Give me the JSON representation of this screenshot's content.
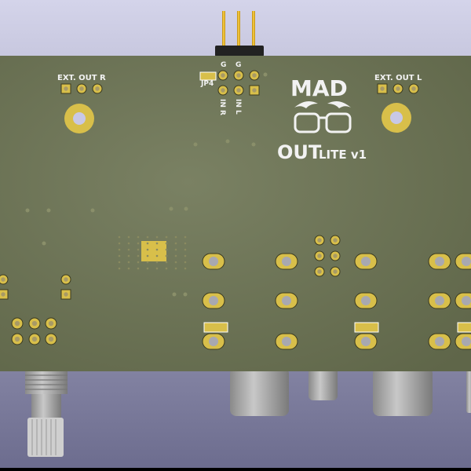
{
  "labels": {
    "ext_out_r": "EXT. OUT R",
    "ext_out_l": "EXT. OUT L",
    "jp4": "JP4",
    "g1": "G",
    "g2": "G",
    "in_r": "IN R",
    "in_l": "IN L"
  },
  "logo": {
    "line1": "MAD",
    "line2": "OUT",
    "line3": "LITE v1"
  },
  "colors": {
    "board": "#6c7355",
    "pad": "#d8bf4a",
    "background_top": "#cfcfe6",
    "background_bottom": "#6f6f90",
    "silkscreen": "#f2f2f2"
  }
}
